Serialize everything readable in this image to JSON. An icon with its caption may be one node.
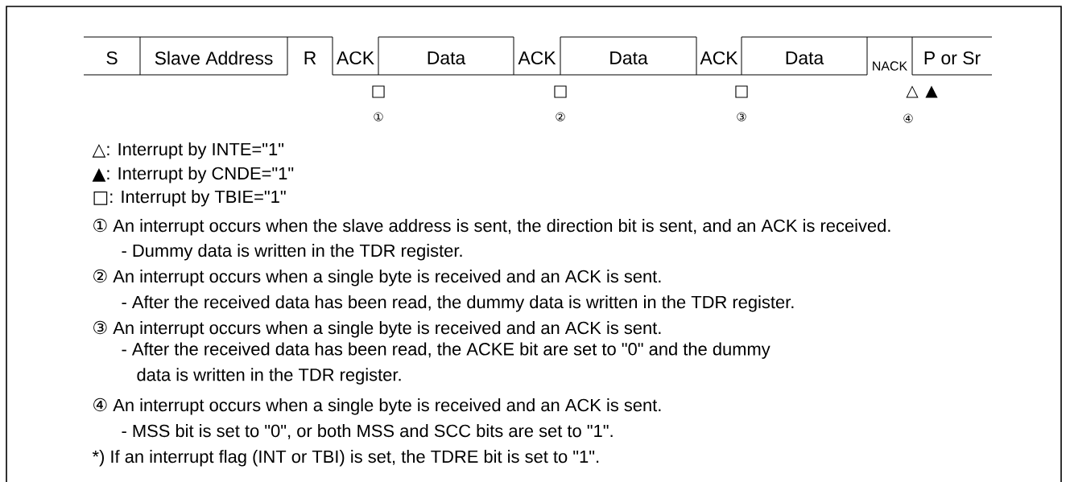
{
  "diagram": {
    "nodes": [
      {
        "text": [
          "S"
        ]
      },
      {
        "text": [
          "Slave Address"
        ]
      },
      {
        "text": [
          "R"
        ]
      },
      {
        "text": [
          "ACK"
        ]
      },
      {
        "text": [
          "Data"
        ]
      },
      {
        "text": [
          "ACK"
        ]
      },
      {
        "text": [
          "Data"
        ]
      },
      {
        "text": [
          "ACK"
        ]
      },
      {
        "text": [
          "Data"
        ]
      },
      {
        "text": [
          "NACK"
        ]
      },
      {
        "text": [
          "P or Sr"
        ]
      }
    ],
    "labels": [
      "□",
      "□",
      "□",
      "△",
      "▲",
      "①",
      "②",
      "③",
      "④",
      "△: Interrupt by INTE=\"1\"",
      "▲: Interrupt by CNDE=\"1\"",
      "□: Interrupt by TBIE=\"1\"",
      "① An interrupt occurs when the slave address is sent, the direction bit is sent, and an ACK is received.",
      "- Dummy data is written in the TDR register.",
      "② An interrupt occurs when a single byte is received and an ACK is sent.",
      "- After the received data has been read, the dummy data is written in the TDR register.",
      "③ An interrupt occurs when a single byte is received and an ACK is sent.",
      "- After the received data has been read, the ACKE bit are set to \"0\" and the dummy data is written in the TDR register.",
      "④ An interrupt occurs when a single byte is received and an ACK is sent.",
      "- MSS bit is set to \"0\", or both MSS and SCC bits are set to \"1\".",
      "*) If an interrupt flag (INT or TBI) is set, the TDRE bit is set to \"1\"."
    ]
  }
}
